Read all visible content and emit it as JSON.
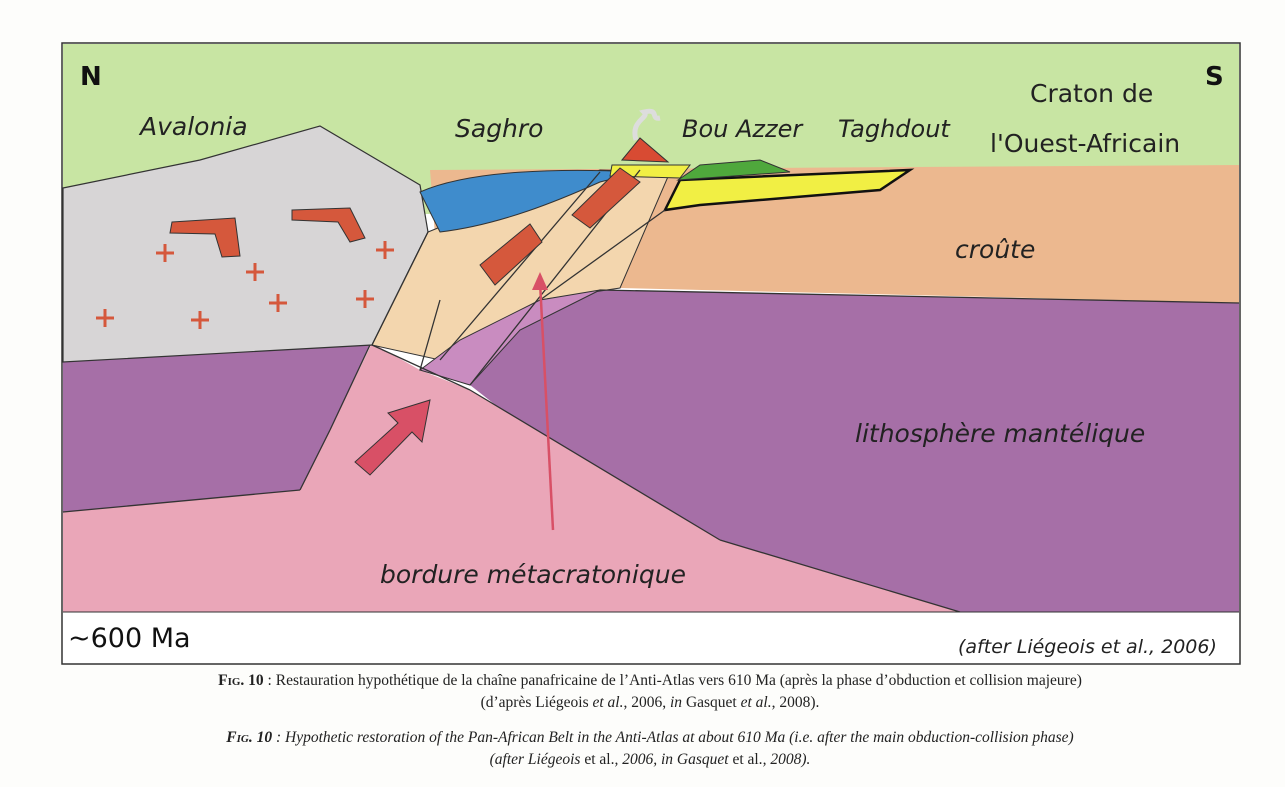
{
  "figure": {
    "labels": {
      "north": "N",
      "south": "S",
      "avalonia": "Avalonia",
      "saghro": "Saghro",
      "bou_azzer": "Bou Azzer",
      "taghdout": "Taghdout",
      "craton_line1": "Craton de",
      "craton_line2": "l'Ouest-Africain",
      "croute": "croûte",
      "lithosphere": "lithosphère mantélique",
      "bordure": "bordure métacratonique",
      "age": "~600 Ma",
      "credit": "(after Liégeois et al., 2006)"
    },
    "colors": {
      "sky": "#c8e5a3",
      "avalonia": "#d7d5d6",
      "crust": "#ecb88f",
      "mantle_lithosphere": "#a66fa7",
      "metacratonic_border": "#eaa6b8",
      "sediments": "#f3d6ae",
      "saghro_basin": "#3f8ccc",
      "taghdout": "#f1ef44",
      "bou_azzer": "#4fa83c",
      "granite": "#d5583c",
      "arrow": "#d85066",
      "volcano": "#d84b33",
      "slab": "#c98cc0"
    }
  },
  "captions": {
    "fr": {
      "fig_no": "Fig. 10",
      "line1": " : Restauration hypothétique de la chaîne panafricaine de l’Anti-Atlas vers 610 Ma (après la phase d’obduction et collision majeure)",
      "line2_a": "(d’après Liégeois ",
      "line2_b": "et al.",
      "line2_c": ", 2006, ",
      "line2_d": "in",
      "line2_e": " Gasquet ",
      "line2_f": "et al.",
      "line2_g": ", 2008)."
    },
    "en": {
      "fig_no": "Fig. 10",
      "line1": " : Hypothetic restoration of the Pan-African Belt in the Anti-Atlas at about 610 Ma (i.e. after the main obduction-collision phase)",
      "line2_a": "(after Liégeois ",
      "line2_b": "et al.",
      "line2_c": ", 2006, in Gasquet ",
      "line2_d": "et al.",
      "line2_e": ", 2008)."
    }
  }
}
